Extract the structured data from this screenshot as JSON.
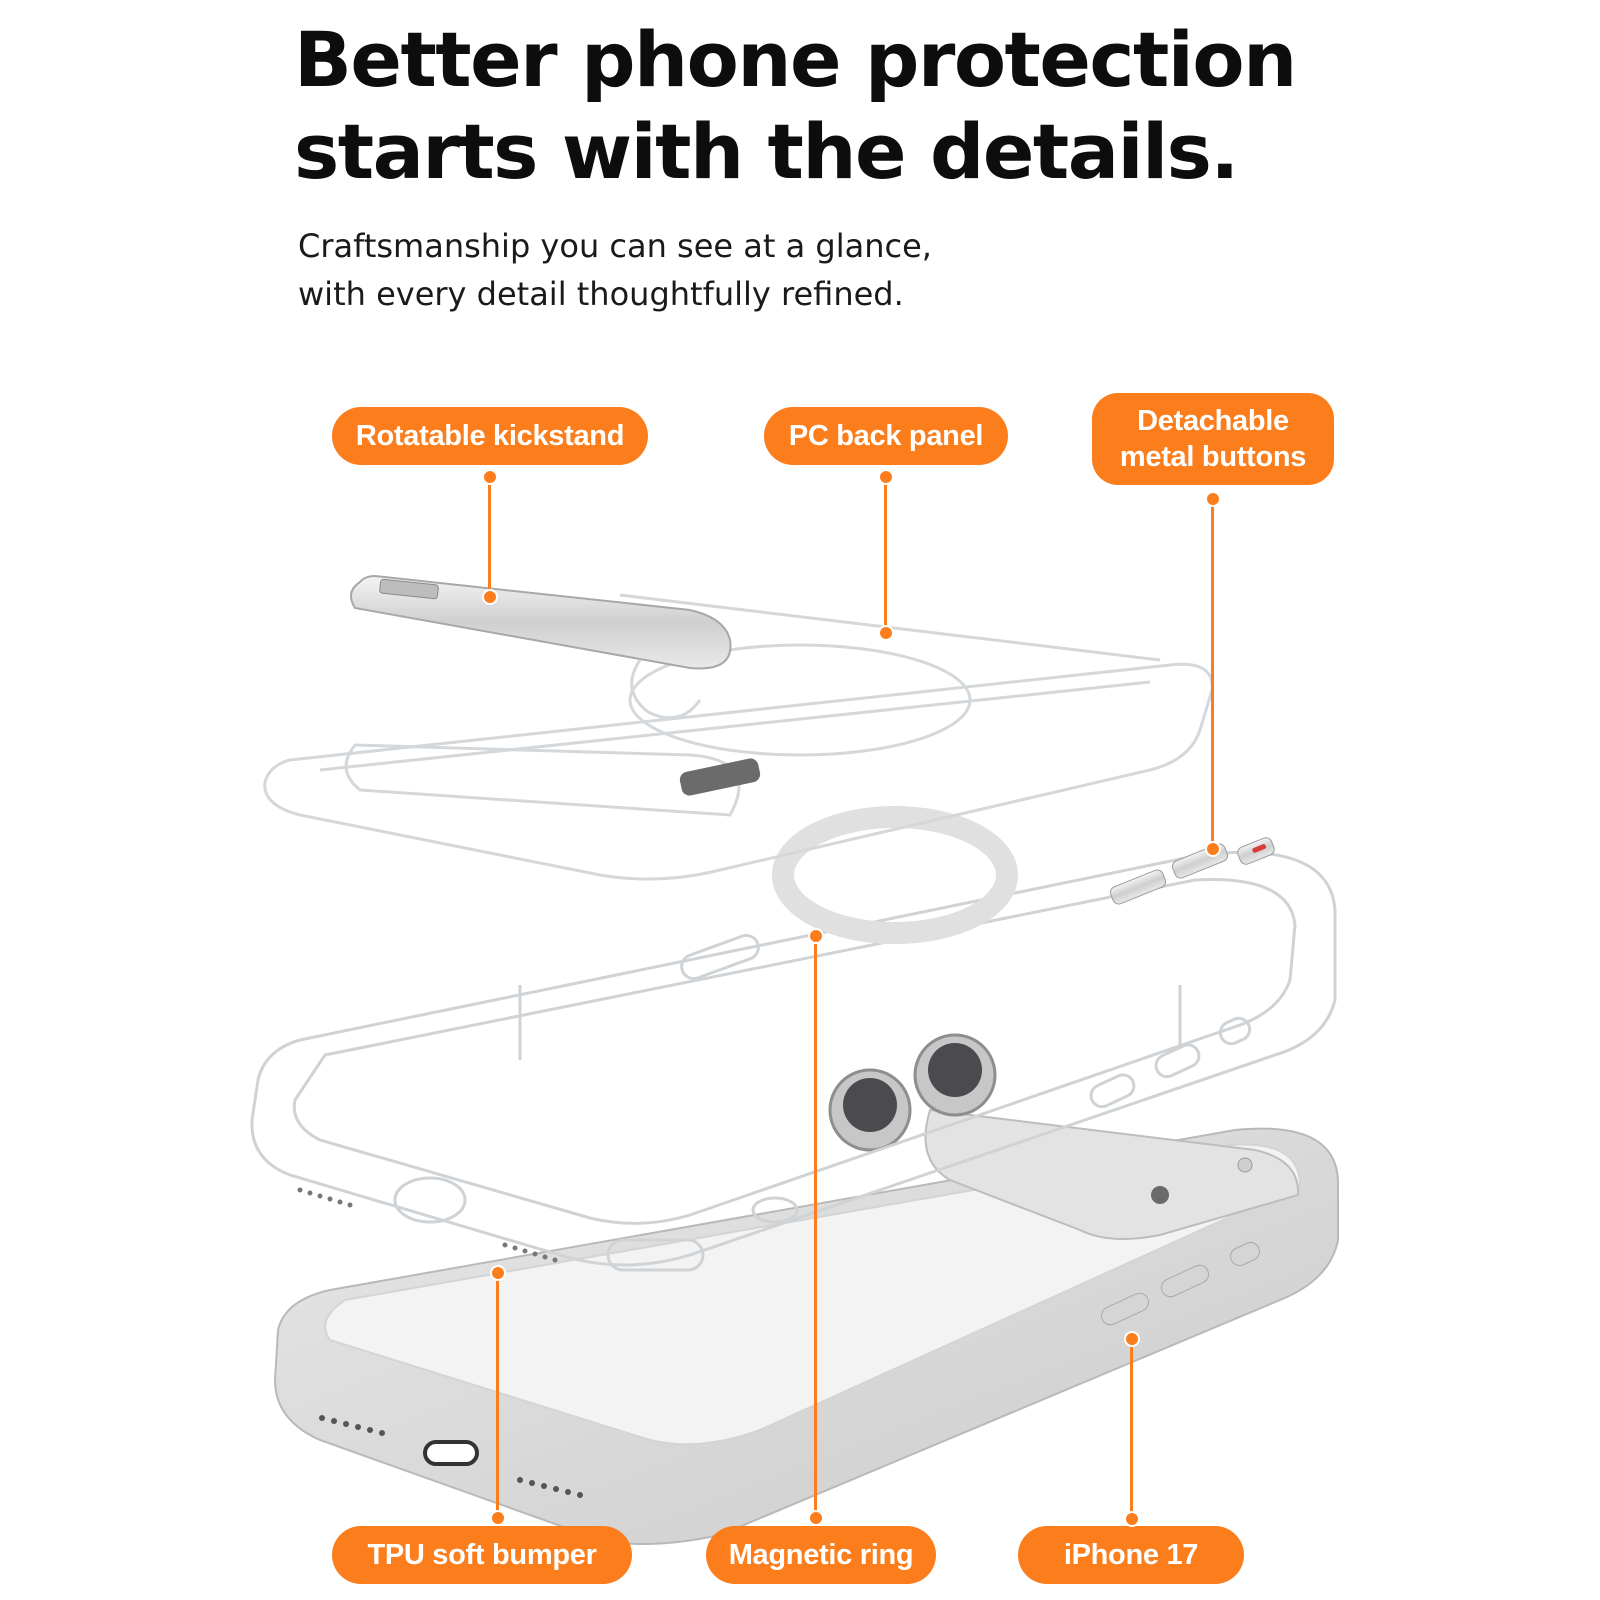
{
  "headline": {
    "line1": "Better phone protection",
    "line2": "starts with the details."
  },
  "subheadline": {
    "line1": "Craftsmanship you can see at a glance,",
    "line2": "with every detail thoughtfully refined."
  },
  "callouts": {
    "kickstand": "Rotatable kickstand",
    "back_panel": "PC back panel",
    "buttons_line1": "Detachable",
    "buttons_line2": "metal buttons",
    "bumper": "TPU soft bumper",
    "magnetic_ring": "Magnetic ring",
    "phone": "iPhone 17"
  },
  "colors": {
    "accent": "#fb7d1c",
    "text": "#0d0d0d",
    "background": "#ffffff"
  }
}
